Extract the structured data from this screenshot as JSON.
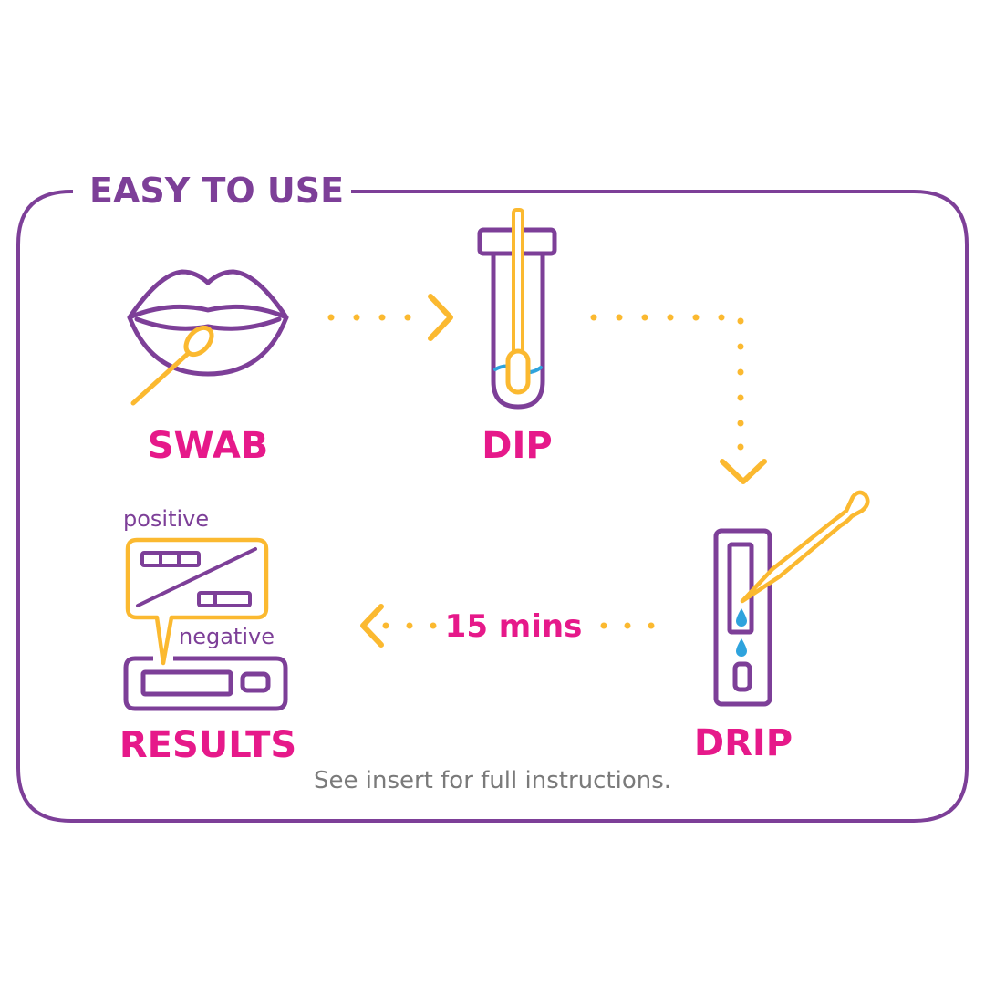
{
  "title": "EASY TO USE",
  "steps": {
    "swab": "SWAB",
    "dip": "DIP",
    "drip": "DRIP",
    "results": "RESULTS"
  },
  "wait_time": "15 mins",
  "results_labels": {
    "positive": "positive",
    "negative": "negative"
  },
  "footnote": "See insert for full instructions.",
  "colors": {
    "purple": "#7d3f98",
    "yellow": "#fbb930",
    "pink": "#e6198a",
    "blue": "#2ea3dd",
    "gray": "#7a7a7a"
  }
}
